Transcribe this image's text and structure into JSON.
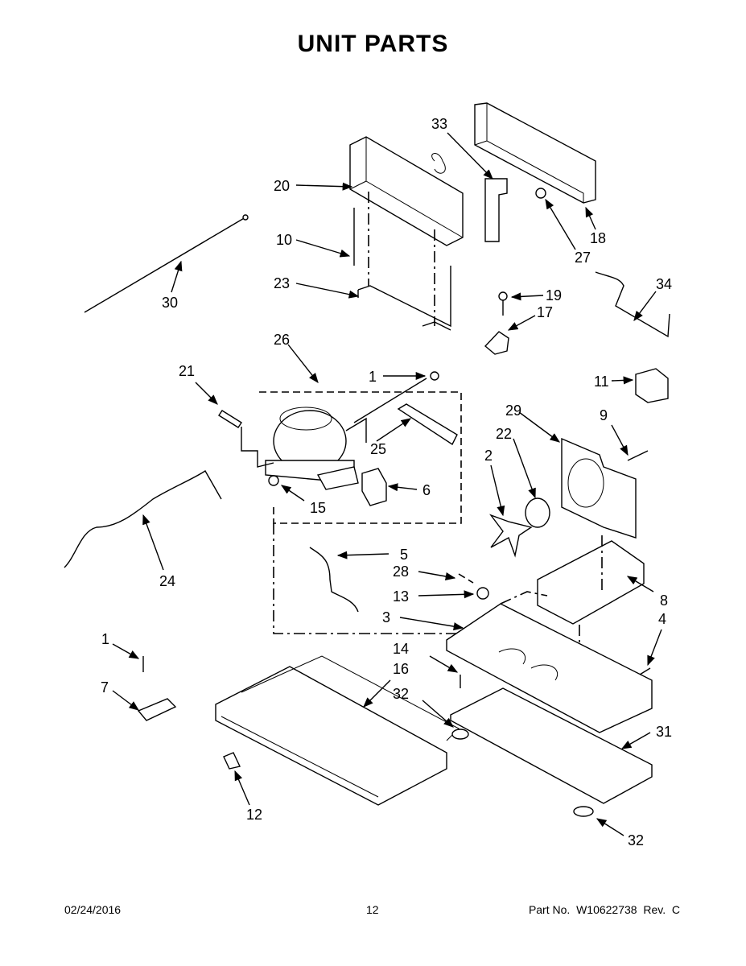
{
  "title": "UNIT PARTS",
  "callouts": [
    {
      "id": "c33",
      "text": "33"
    },
    {
      "id": "c20",
      "text": "20"
    },
    {
      "id": "c18",
      "text": "18"
    },
    {
      "id": "c27",
      "text": "27"
    },
    {
      "id": "c10",
      "text": "10"
    },
    {
      "id": "c23",
      "text": "23"
    },
    {
      "id": "c30",
      "text": "30"
    },
    {
      "id": "c19",
      "text": "19"
    },
    {
      "id": "c17",
      "text": "17"
    },
    {
      "id": "c34",
      "text": "34"
    },
    {
      "id": "c26",
      "text": "26"
    },
    {
      "id": "c1a",
      "text": "1"
    },
    {
      "id": "c21",
      "text": "21"
    },
    {
      "id": "c25",
      "text": "25"
    },
    {
      "id": "c11",
      "text": "11"
    },
    {
      "id": "c29",
      "text": "29"
    },
    {
      "id": "c9",
      "text": "9"
    },
    {
      "id": "c22",
      "text": "22"
    },
    {
      "id": "c2",
      "text": "2"
    },
    {
      "id": "c6",
      "text": "6"
    },
    {
      "id": "c15",
      "text": "15"
    },
    {
      "id": "c24",
      "text": "24"
    },
    {
      "id": "c5",
      "text": "5"
    },
    {
      "id": "c28",
      "text": "28"
    },
    {
      "id": "c13",
      "text": "13"
    },
    {
      "id": "c3",
      "text": "3"
    },
    {
      "id": "c8",
      "text": "8"
    },
    {
      "id": "c4",
      "text": "4"
    },
    {
      "id": "c1b",
      "text": "1"
    },
    {
      "id": "c14",
      "text": "14"
    },
    {
      "id": "c16",
      "text": "16"
    },
    {
      "id": "c7",
      "text": "7"
    },
    {
      "id": "c32a",
      "text": "32"
    },
    {
      "id": "c31",
      "text": "31"
    },
    {
      "id": "c12",
      "text": "12"
    },
    {
      "id": "c32b",
      "text": "32"
    }
  ],
  "footer": {
    "date": "02/24/2016",
    "page": "12",
    "part_no": "Part No.  W10622738  Rev.  C"
  }
}
